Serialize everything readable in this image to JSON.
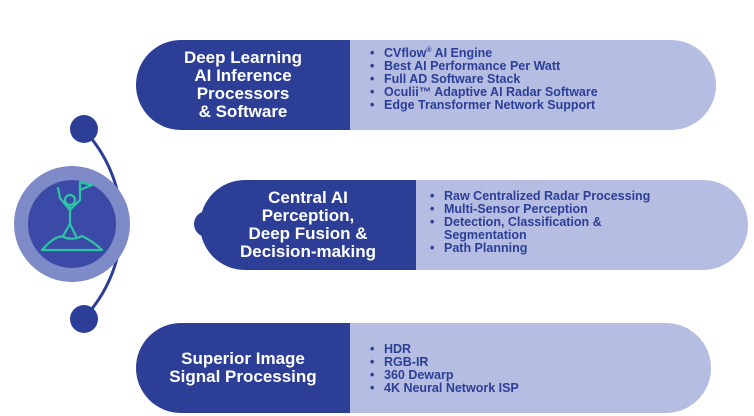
{
  "colors": {
    "dark": "#2c3e95",
    "light": "#b5bee2",
    "circle_outer": "#7f8bc9",
    "circle_inner": "#3a4aa6",
    "icon": "#2ec4a6"
  },
  "hub": {
    "icon": "summit-climber-flag-icon"
  },
  "sections": [
    {
      "title": "Deep Learning\nAI Inference\nProcessors\n& Software",
      "bullets": [
        {
          "text": "CVflow",
          "sup": "®",
          "rest": " AI Engine"
        },
        {
          "text": "Best AI Performance Per Watt"
        },
        {
          "text": "Full AD Software Stack"
        },
        {
          "text": "Oculii™ Adaptive AI Radar Software"
        },
        {
          "text": "Edge Transformer Network Support"
        }
      ]
    },
    {
      "title": "Central AI\nPerception,\nDeep Fusion &\nDecision-making",
      "bullets": [
        {
          "text": "Raw Centralized Radar Processing"
        },
        {
          "text": "Multi-Sensor Perception"
        },
        {
          "text": "Detection, Classification &",
          "cont": "Segmentation"
        },
        {
          "text": "Path Planning"
        }
      ]
    },
    {
      "title": "Superior Image\nSignal Processing",
      "bullets": [
        {
          "text": "HDR"
        },
        {
          "text": "RGB-IR"
        },
        {
          "text": "360 Dewarp"
        },
        {
          "text": "4K Neural Network ISP"
        }
      ]
    }
  ]
}
